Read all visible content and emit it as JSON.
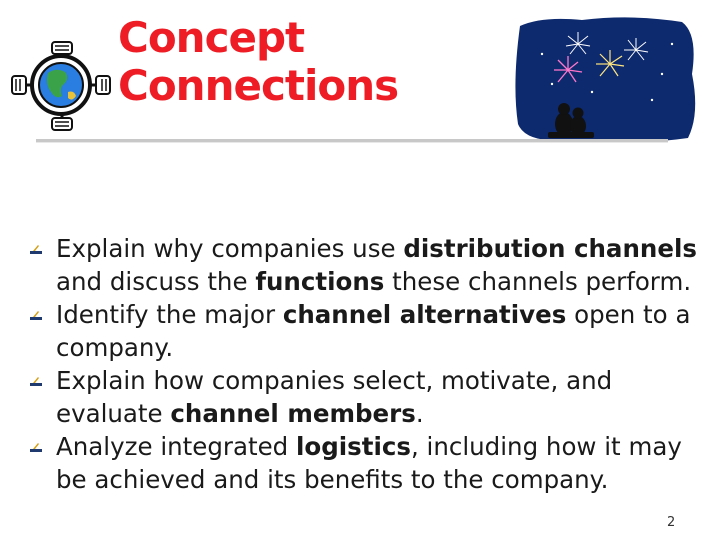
{
  "title": {
    "line1": "Concept",
    "line2": "Connections"
  },
  "bullets": [
    [
      {
        "text": "Explain why companies use ",
        "bold": false
      },
      {
        "text": "distribution channels",
        "bold": true
      },
      {
        "text": " and discuss the ",
        "bold": false
      },
      {
        "text": "functions",
        "bold": true
      },
      {
        "text": " these channels perform.",
        "bold": false
      }
    ],
    [
      {
        "text": "Identify the major ",
        "bold": false
      },
      {
        "text": "channel alternatives",
        "bold": true
      },
      {
        "text": " open to a company.",
        "bold": false
      }
    ],
    [
      {
        "text": "Explain how companies select, motivate, and evaluate ",
        "bold": false
      },
      {
        "text": "channel members",
        "bold": true
      },
      {
        "text": ".",
        "bold": false
      }
    ],
    [
      {
        "text": "Analyze integrated ",
        "bold": false
      },
      {
        "text": "logistics",
        "bold": true
      },
      {
        "text": ", including how it may be achieved and its benefits to the company.",
        "bold": false
      }
    ]
  ],
  "page_number": "2",
  "colors": {
    "title": "#ee1c24",
    "rule": "#c8c8c8",
    "sky": "#0e2a6e",
    "globe_ocean": "#2a7de1",
    "land": "#3aa34a"
  },
  "icons": [
    "globe-logo-icon",
    "fireworks-illustration",
    "bullet-marker-icon"
  ]
}
